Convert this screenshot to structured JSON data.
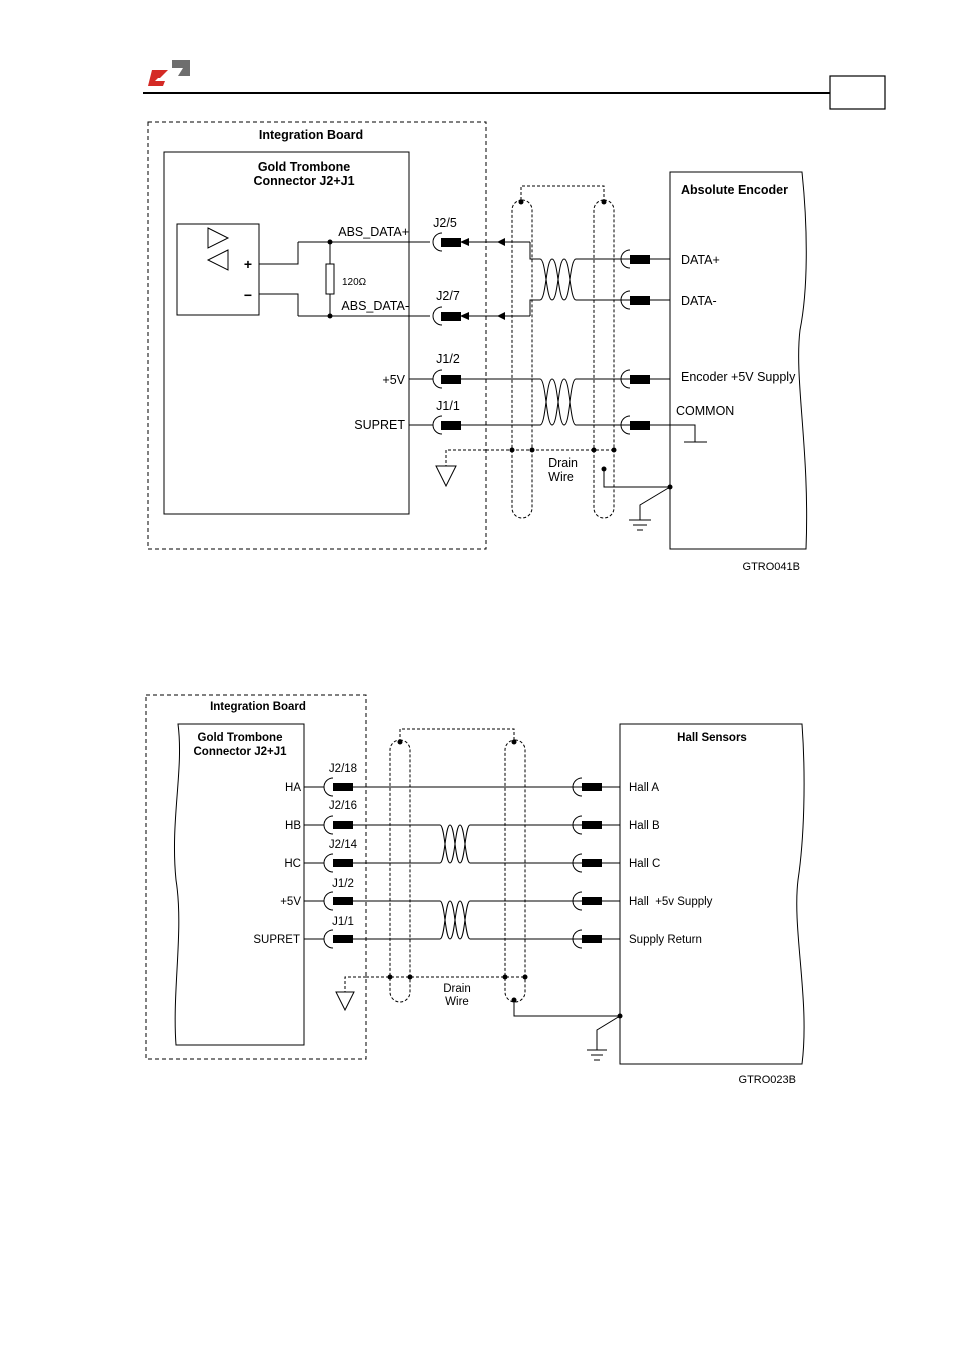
{
  "header": {
    "page_number": ""
  },
  "colors": {
    "logo_red": "#d42a25",
    "logo_grey": "#6e6e6e",
    "line": "#000000"
  },
  "diagram1": {
    "board_label": "Integration Board",
    "connector_label_1": "Gold Trombone",
    "connector_label_2": "Connector J2+J1",
    "device_label": "Absolute Encoder",
    "resistor_label": "120Ω",
    "plus_sign": "+",
    "minus_sign": "−",
    "signals": [
      {
        "pin": "J2/5",
        "board": "ABS_DATA+",
        "device": "DATA+"
      },
      {
        "pin": "J2/7",
        "board": "ABS_DATA-",
        "device": "DATA-"
      },
      {
        "pin": "J1/2",
        "board": "+5V",
        "device": "Encoder +5V Supply"
      },
      {
        "pin": "J1/1",
        "board": "SUPRET",
        "device": "COMMON"
      }
    ],
    "drain_1": "Drain",
    "drain_2": "Wire",
    "figure_code": "GTRO041B"
  },
  "diagram2": {
    "board_label": "Integration Board",
    "connector_label_1": "Gold Trombone",
    "connector_label_2": "Connector J2+J1",
    "device_label": "Hall Sensors",
    "signals": [
      {
        "pin": "J2/18",
        "board": "HA",
        "device": "Hall A"
      },
      {
        "pin": "J2/16",
        "board": "HB",
        "device": "Hall B"
      },
      {
        "pin": "J2/14",
        "board": "HC",
        "device": "Hall C"
      },
      {
        "pin": "J1/2",
        "board": "+5V",
        "device": "Hall  +5v Supply"
      },
      {
        "pin": "J1/1",
        "board": "SUPRET",
        "device": "Supply Return"
      }
    ],
    "drain_1": "Drain",
    "drain_2": "Wire",
    "figure_code": "GTRO023B"
  }
}
